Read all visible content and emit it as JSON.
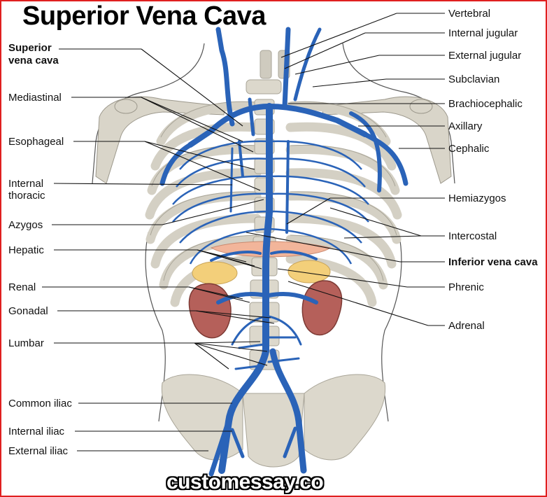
{
  "title": "Superior Vena Cava",
  "watermark": "customessay.co",
  "colors": {
    "vein": "#2a63b8",
    "bone": "#d6d2c6",
    "kidney": "#b5605a",
    "liver": "#f2b59a",
    "adrenal": "#f3cf7a",
    "border": "#e02020"
  },
  "labels_left": {
    "superior_vena_cava_1": "Superior",
    "superior_vena_cava_2": "vena cava",
    "mediastinal": "Mediastinal",
    "esophageal": "Esophageal",
    "internal_thoracic_1": "Internal",
    "internal_thoracic_2": "thoracic",
    "azygos": "Azygos",
    "hepatic": "Hepatic",
    "renal": "Renal",
    "gonadal": "Gonadal",
    "lumbar": "Lumbar",
    "common_iliac": "Common iliac",
    "internal_iliac": "Internal iliac",
    "external_iliac": "External iliac"
  },
  "labels_right": {
    "vertebral": "Vertebral",
    "internal_jugular": "Internal jugular",
    "external_jugular": "External jugular",
    "subclavian": "Subclavian",
    "brachiocephalic": "Brachiocephalic",
    "axillary": "Axillary",
    "cephalic": "Cephalic",
    "hemiazygos": "Hemiazygos",
    "intercostal": "Intercostal",
    "inferior_vena_cava": "Inferior vena cava",
    "phrenic": "Phrenic",
    "adrenal": "Adrenal"
  }
}
